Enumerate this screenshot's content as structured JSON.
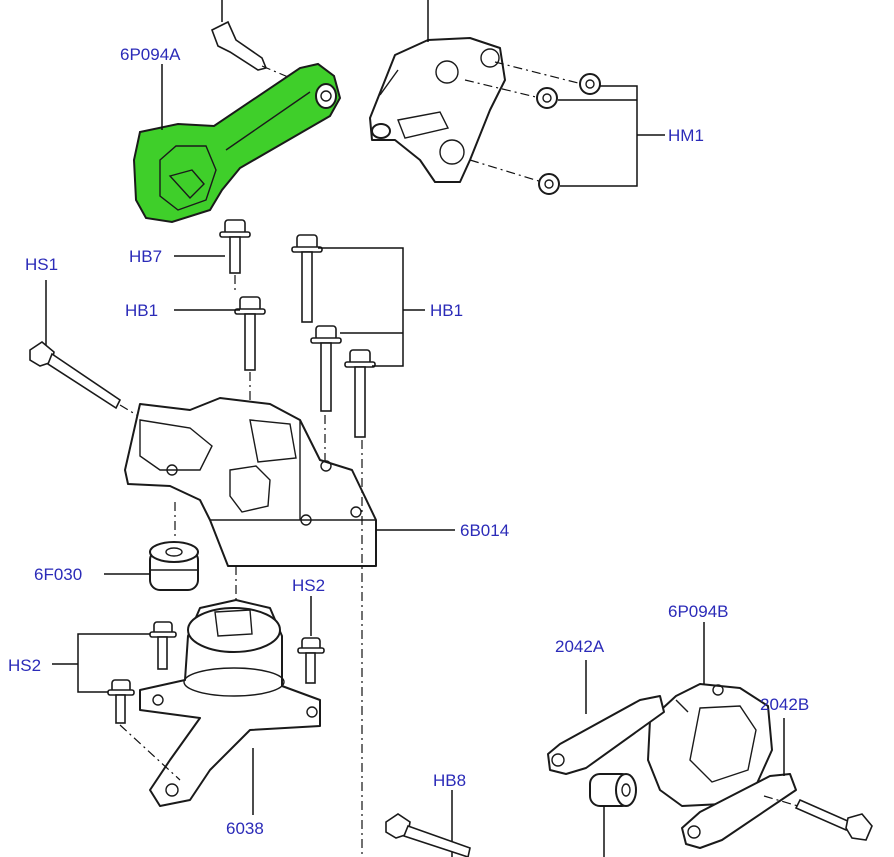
{
  "labels": {
    "p6P094A": "6P094A",
    "hm1": "HM1",
    "hs1": "HS1",
    "hb7": "HB7",
    "hb1_left": "HB1",
    "hb1_right": "HB1",
    "p6B014": "6B014",
    "p6F030": "6F030",
    "hs2_top": "HS2",
    "hs2_left": "HS2",
    "p6038": "6038",
    "p6P094B": "6P094B",
    "p2042A": "2042A",
    "p2042B": "2042B",
    "hb8": "HB8"
  },
  "colors": {
    "label_text": "#2b2bb8",
    "highlight_part": "#3fcf2a",
    "line_art": "#1a1a1a"
  }
}
